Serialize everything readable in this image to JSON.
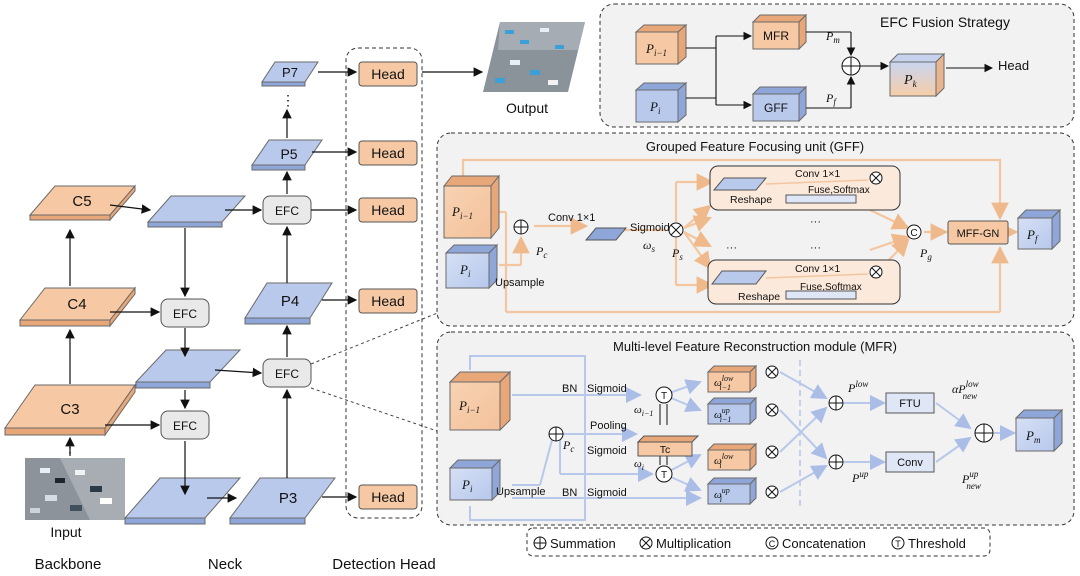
{
  "colors": {
    "peach": "#f6c9a4",
    "peach_dark": "#e8a778",
    "blue": "#b9c9ec",
    "blue_dark": "#8ea6d8",
    "gff_arrow": "#f3c6a0",
    "mfr_arrow": "#b7c8ea",
    "efc_fill": "#e9e9e9"
  },
  "backbone": {
    "c5": "C5",
    "c4": "C4",
    "c3": "C3",
    "dots": "⋮",
    "input_label": "Input",
    "section": "Backbone"
  },
  "neck": {
    "efc": "EFC",
    "p7": "P7",
    "p5": "P5",
    "p4": "P4",
    "p3": "P3",
    "dots": "⋮",
    "section": "Neck"
  },
  "heads": {
    "label": "Head",
    "section": "Detection Head",
    "output": "Output"
  },
  "efc_fusion": {
    "title": "EFC  Fusion Strategy",
    "pi1": "P",
    "pi1_sub": "i−1",
    "pi": "P",
    "pi_sub": "i",
    "mfr": "MFR",
    "gff": "GFF",
    "pm": "P",
    "pm_sub": "m",
    "pf": "P",
    "pf_sub": "f",
    "pk": "P",
    "pk_sub": "k",
    "head": "Head"
  },
  "gff": {
    "title": "Grouped Feature Focusing unit (GFF)",
    "pi1": "P",
    "pi1_sub": "i−1",
    "pi": "P",
    "pi_sub": "i",
    "upsample": "Upsample",
    "conv": "Conv 1×1",
    "sigmoid": "Sigmoid",
    "pc": "P",
    "pc_sub": "c",
    "ws": "ω",
    "ws_sub": "s",
    "ps": "P",
    "ps_sub": "s",
    "reshape": "Reshape",
    "fuse": "Fuse,Softmax",
    "dots": "···",
    "pg": "P",
    "pg_sub": "g",
    "mff": "MFF-GN",
    "pf": "P",
    "pf_sub": "f"
  },
  "mfr": {
    "title": "Multi-level Feature Reconstruction module (MFR)",
    "pi1": "P",
    "pi1_sub": "i−1",
    "pi": "P",
    "pi_sub": "i",
    "bn": "BN",
    "sigmoid": "Sigmoid",
    "pooling": "Pooling",
    "upsample": "Upsample",
    "pc": "P",
    "pc_sub": "c",
    "tc": "Tc",
    "t": "T",
    "w_i1": "ω",
    "w_i1_sub": "i−1",
    "w_i": "ω",
    "w_i_sub": "i",
    "w1": "ω",
    "w1_sup": "low",
    "w1_sub": "i−1",
    "w2": "ω",
    "w2_sup": "up",
    "w2_sub": "i−1",
    "w3": "ω",
    "w3_sup": "low",
    "w3_sub": "i",
    "w4": "ω",
    "w4_sup": "up",
    "w4_sub": "i",
    "plow": "P",
    "plow_sup": "low",
    "pup": "P",
    "pup_sup": "up",
    "ftu": "FTU",
    "conv": "Conv",
    "alpha_new": "αP",
    "alpha_new_sup": "low",
    "alpha_new_sub": "new",
    "pnew": "P",
    "pnew_sup": "up",
    "pnew_sub": "new",
    "pm": "P",
    "pm_sub": "m"
  },
  "legend": {
    "summation": "Summation",
    "multiplication": "Multiplication",
    "concatenation": "Concatenation",
    "threshold": "Threshold"
  }
}
